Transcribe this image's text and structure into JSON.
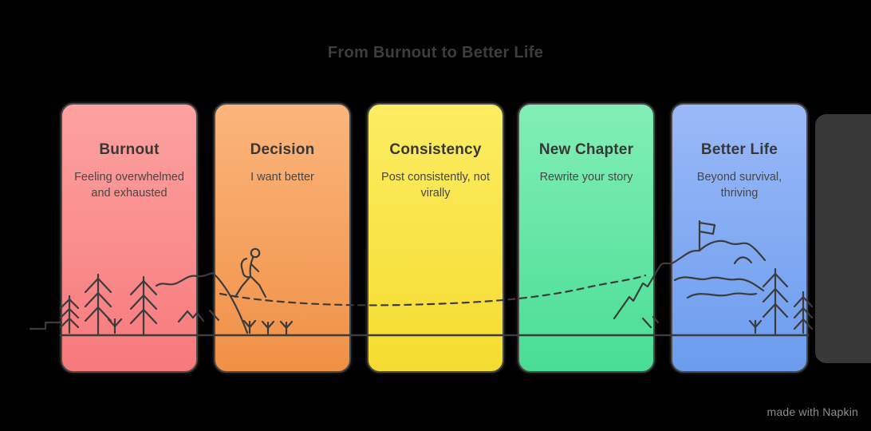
{
  "title": "From Burnout to Better Life",
  "cards": [
    {
      "label": "Burnout",
      "description": "Feeling overwhelmed and exhausted",
      "colors": {
        "top": "#FCA2A0",
        "bottom": "#F7797B"
      },
      "illustration": "pine-forest"
    },
    {
      "label": "Decision",
      "description": "I want better",
      "colors": {
        "top": "#FBB57C",
        "bottom": "#F09046"
      },
      "illustration": "hiker-climbing-slope"
    },
    {
      "label": "Consistency",
      "description": "Post consistently, not virally",
      "colors": {
        "top": "#FBEC63",
        "bottom": "#F6DC2F"
      },
      "illustration": "dashed-journey-path"
    },
    {
      "label": "New Chapter",
      "description": "Rewrite your story",
      "colors": {
        "top": "#82EEB6",
        "bottom": "#49DD95"
      },
      "illustration": "mountain-ascent"
    },
    {
      "label": "Better Life",
      "description": "Beyond survival, thriving",
      "colors": {
        "top": "#9AB9F8",
        "bottom": "#6C9CEE"
      },
      "illustration": "summit-flag-and-trees"
    }
  ],
  "journey_path": {
    "style": "dashed",
    "color": "#3C3C3C"
  },
  "watermark": {
    "text": "made with Napkin"
  },
  "palette": {
    "background": "#000000",
    "line_art": "#3C3C3C",
    "card_border": "#4A4A4A",
    "page_title_text": "#3D3D3D",
    "card_title_text": "#383838",
    "card_description_text": "#474747",
    "watermark_text": "#8F8F8F"
  }
}
